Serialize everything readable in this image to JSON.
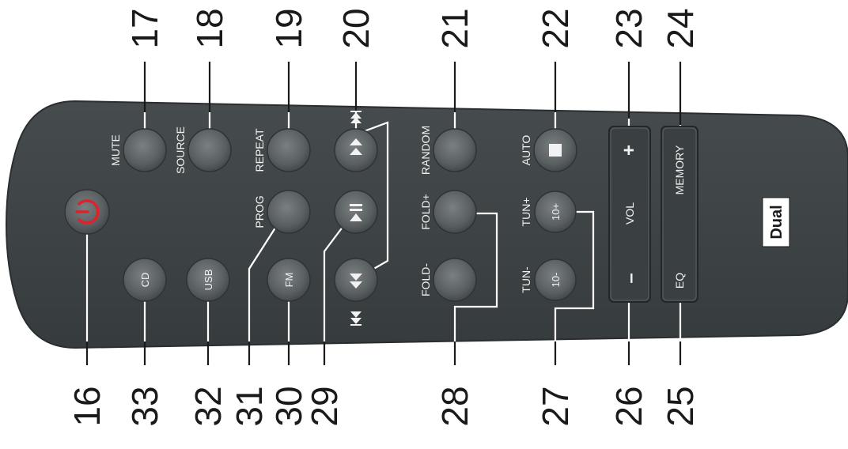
{
  "callouts": {
    "n16": "16",
    "n17": "17",
    "n18": "18",
    "n19": "19",
    "n20": "20",
    "n21": "21",
    "n22": "22",
    "n23": "23",
    "n24": "24",
    "n25": "25",
    "n26": "26",
    "n27": "27",
    "n28": "28",
    "n29": "29",
    "n30": "30",
    "n31": "31",
    "n32": "32",
    "n33": "33"
  },
  "labels": {
    "mute": "MUTE",
    "source": "SOURCE",
    "repeat": "REPEAT",
    "random": "RANDOM",
    "auto": "AUTO",
    "prog": "PROG",
    "fold_plus": "FOLD+",
    "fold_minus": "FOLD-",
    "tun_plus": "TUN+",
    "tun_minus": "TUN-",
    "vol": "VOL",
    "memory": "MEMORY",
    "eq": "EQ"
  },
  "buttons": {
    "cd": "CD",
    "usb": "USB",
    "fm": "FM",
    "ten_plus": "10+",
    "ten_minus": "10-",
    "vol_plus": "+",
    "vol_minus": "–"
  },
  "brand": "Dual",
  "colors": {
    "body": "#3e4446",
    "button": "#5b6062",
    "power_icon": "#e0202a",
    "callout_text": "#1a1a1a"
  }
}
